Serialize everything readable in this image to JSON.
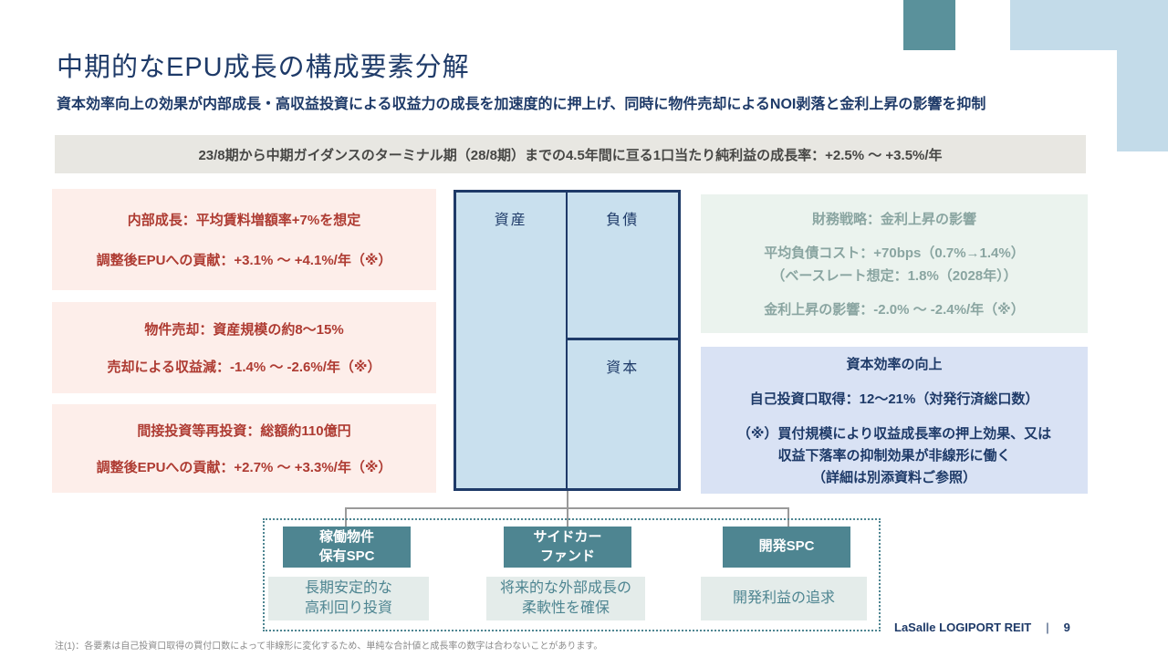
{
  "slide": {
    "title": "中期的なEPU成長の構成要素分解",
    "subtitle": "資本効率向上の効果が内部成長・高収益投資による収益力の成長を加速度的に押上げ、同時に物件売却によるNOI剥落と金利上昇の影響を抑制",
    "banner": "23/8期から中期ガイダンスのターミナル期（28/8期）までの4.5年間に亘る1口当たり純利益の成長率：+2.5% ～ +3.5%/年"
  },
  "left_boxes": [
    {
      "line1": "内部成長：平均賃料増額率+7%を想定",
      "line2": "調整後EPUへの貢献：+3.1% ～ +4.1%/年（※）"
    },
    {
      "line1": "物件売却：資産規模の約8～15%",
      "line2": "売却による収益減：-1.4% ～ -2.6%/年（※）"
    },
    {
      "line1": "間接投資等再投資：総額約110億円",
      "line2": "調整後EPUへの貢献：+2.7% ～ +3.3%/年（※）"
    }
  ],
  "balance_sheet": {
    "assets": "資産",
    "liabilities": "負債",
    "equity": "資本"
  },
  "finance_box": {
    "title": "財務戦略：金利上昇の影響",
    "line1": "平均負債コスト：+70bps（0.7%→1.4%）",
    "line2": "（ベースレート想定：1.8%（2028年））",
    "line3": "金利上昇の影響：-2.0% ～ -2.4%/年（※）"
  },
  "capital_box": {
    "title": "資本効率の向上",
    "line1": "自己投資口取得：12～21%（対発行済総口数）",
    "note1": "（※）買付規模により収益成長率の押上効果、又は",
    "note2": "収益下落率の抑制効果が非線形に働く",
    "note3": "（詳細は別添資料ご参照）"
  },
  "spc_section": {
    "items": [
      {
        "header1": "稼働物件",
        "header2": "保有SPC",
        "desc1": "長期安定的な",
        "desc2": "高利回り投資"
      },
      {
        "header1": "サイドカー",
        "header2": "ファンド",
        "desc1": "将来的な外部成長の",
        "desc2": "柔軟性を確保"
      },
      {
        "header1": "開発SPC",
        "header2": "",
        "desc1": "開発利益の追求",
        "desc2": ""
      }
    ]
  },
  "footer": {
    "note": "注(1)：各要素は自己投資口取得の買付口数によって非線形に変化するため、単純な合計値と成長率の数字は合わないことがあります。",
    "brand": "LaSalle LOGIPORT REIT",
    "separator": "|",
    "page": "9"
  },
  "colors": {
    "navy": "#1e3a68",
    "brick_red": "#ae3b32",
    "pink_bg": "#fdeeea",
    "banner_bg": "#e8e7e2",
    "bs_fill": "#c9e0ee",
    "green_bg": "#ebf3ee",
    "green_text": "#8aa5a1",
    "blue_bg": "#d9e2f4",
    "teal": "#4e8591",
    "desc_bg": "#e4ecea",
    "deco_teal": "#5a919b",
    "deco_blue": "#c3dbe9"
  }
}
